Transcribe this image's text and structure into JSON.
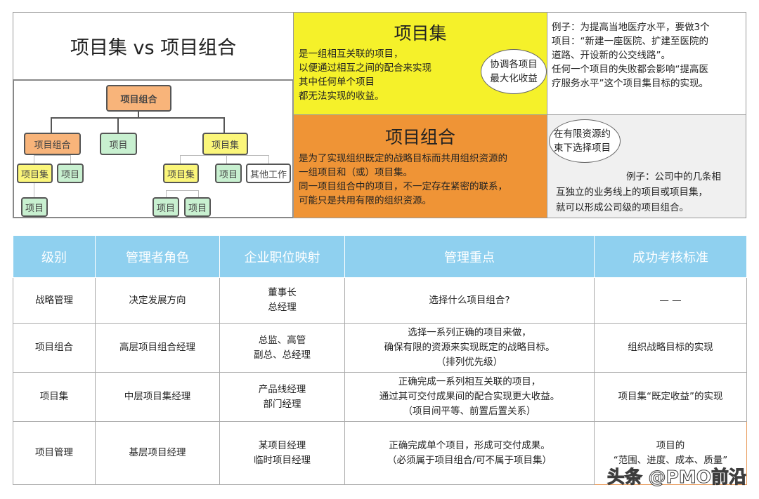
{
  "title": "项目集 vs 项目组合",
  "org_chart": {
    "root": "项目组合",
    "l1": [
      "项目组合",
      "项目",
      "项目集"
    ],
    "l2_left": [
      "项目集",
      "项目"
    ],
    "l3_left": [
      "项目"
    ],
    "l2_right": [
      "项目集",
      "项目",
      "其他工作"
    ],
    "l3_right": [
      "项目",
      "项目"
    ]
  },
  "program": {
    "heading": "项目集",
    "lines": [
      "是一组相互关联的项目，",
      "以便通过相互之间的配合来实现",
      "其中任何单个项目",
      "都无法实现的收益。"
    ],
    "oval": [
      "协调各项目",
      "最大化收益"
    ],
    "example": [
      "例子：为提高当地医疗水平，要做3个",
      "项目：“新建一座医院、扩建至医院的",
      "道路、开设新的公交线路”。",
      "任何一个项目的失败都会影响“提高医",
      "疗服务水平”这个项目集目标的实现。"
    ]
  },
  "portfolio": {
    "heading": "项目组合",
    "lines": [
      "是为了实现组织既定的战略目标而共用组织资源的",
      "一组项目和（或）项目集。",
      "同一项目组合中的项目，不一定存在紧密的联系，",
      "可能只是共用有限的组织资源。"
    ],
    "oval": [
      "在有限资源约",
      "束下选择项目"
    ],
    "example": [
      "例子：公司中的几条相",
      "互独立的业务线上的项目或项目集，",
      "就可以形成公司级的项目组合。"
    ]
  },
  "table": {
    "headers": [
      "级别",
      "管理者角色",
      "企业职位映射",
      "管理重点",
      "成功考核标准"
    ],
    "rows": [
      [
        "战略管理",
        "决定发展方向",
        [
          "董事长",
          "总经理"
        ],
        [
          "选择什么项目组合?"
        ],
        [
          "— —"
        ]
      ],
      [
        "项目组合",
        "高层项目组合经理",
        [
          "总监、高管",
          "副总、总经理"
        ],
        [
          "选择一系列正确的项目来做，",
          "确保有限的资源来实现既定的战略目标。",
          "（排列优先级）"
        ],
        [
          "组织战略目标的实现"
        ]
      ],
      [
        "项目集",
        "中层项目集经理",
        [
          "产品线经理",
          "部门经理"
        ],
        [
          "正确完成一系列相互关联的项目，",
          "通过其可交付成果间的配合实现更大收益。",
          "（项目间平等、前置后置关系）"
        ],
        [
          "项目集“既定收益”的实现"
        ]
      ],
      [
        "项目管理",
        "基层项目经理",
        [
          "某项目经理",
          "临时项目经理"
        ],
        [
          "正确完成单个项目，形成可交付成果。",
          "（必须属于项目组合/可不属于项目集）"
        ],
        [
          "项目的",
          "“范围、进度、成本、质量”"
        ]
      ]
    ]
  },
  "watermark": "头条 @PMO前沿"
}
